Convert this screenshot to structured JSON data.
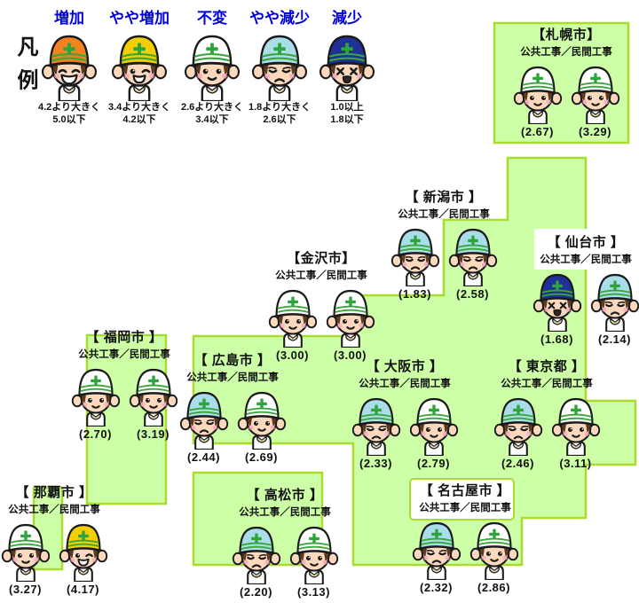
{
  "legend": {
    "heading": "凡例",
    "label_color": "#0000dd",
    "items": [
      {
        "label": "増加",
        "helmet_color": "#f4821f",
        "mood": "happy",
        "range_line1": "4.2より大きく",
        "range_line2": "5.0以下"
      },
      {
        "label": "やや増加",
        "helmet_color": "#f4cf00",
        "mood": "wink",
        "range_line1": "3.4より大きく",
        "range_line2": "4.2以下"
      },
      {
        "label": "不変",
        "helmet_color": "#ffffff",
        "mood": "neutral",
        "range_line1": "2.6より大きく",
        "range_line2": "3.4以下"
      },
      {
        "label": "やや減少",
        "helmet_color": "#a9dde9",
        "mood": "sad",
        "range_line1": "1.8より大きく",
        "range_line2": "2.6以下"
      },
      {
        "label": "減少",
        "helmet_color": "#1f3096",
        "mood": "cry",
        "range_line1": "1.0以上",
        "range_line2": "1.8以下"
      }
    ]
  },
  "map": {
    "fill": "#ccffa6",
    "stroke": "#a9dc2f"
  },
  "cities": [
    {
      "id": "sapporo",
      "name": "【札幌市】",
      "subtitle": "公共工事／民間工事",
      "workers": [
        {
          "helmet_color": "#ffffff",
          "mood": "neutral",
          "value": "(2.67)"
        },
        {
          "helmet_color": "#ffffff",
          "mood": "neutral",
          "value": "(3.29)"
        }
      ]
    },
    {
      "id": "niigata",
      "name": "【 新潟市 】",
      "subtitle": "公共工事／民間工事",
      "workers": [
        {
          "helmet_color": "#a9dde9",
          "mood": "sad",
          "value": "(1.83)"
        },
        {
          "helmet_color": "#a9dde9",
          "mood": "sad",
          "value": "(2.58)"
        }
      ]
    },
    {
      "id": "sendai",
      "name": "【 仙台市 】",
      "subtitle": "公共工事／民間工事",
      "workers": [
        {
          "helmet_color": "#1f3096",
          "mood": "cry",
          "value": "(1.68)"
        },
        {
          "helmet_color": "#a9dde9",
          "mood": "sad",
          "value": "(2.14)"
        }
      ]
    },
    {
      "id": "kanazawa",
      "name": "【金沢市】",
      "subtitle": "公共工事／民間工事",
      "workers": [
        {
          "helmet_color": "#ffffff",
          "mood": "neutral",
          "value": "(3.00)"
        },
        {
          "helmet_color": "#ffffff",
          "mood": "neutral",
          "value": "(3.00)"
        }
      ]
    },
    {
      "id": "fukuoka",
      "name": "【 福岡市 】",
      "subtitle": "公共工事／民間工事",
      "workers": [
        {
          "helmet_color": "#ffffff",
          "mood": "neutral",
          "value": "(2.70)"
        },
        {
          "helmet_color": "#ffffff",
          "mood": "neutral",
          "value": "(3.19)"
        }
      ]
    },
    {
      "id": "hiroshima",
      "name": "【 広島市 】",
      "subtitle": "公共工事／民間工事",
      "workers": [
        {
          "helmet_color": "#a9dde9",
          "mood": "sad",
          "value": "(2.44)"
        },
        {
          "helmet_color": "#ffffff",
          "mood": "neutral",
          "value": "(2.69)"
        }
      ]
    },
    {
      "id": "osaka",
      "name": "【 大阪市 】",
      "subtitle": "公共工事／民間工事",
      "workers": [
        {
          "helmet_color": "#a9dde9",
          "mood": "sad",
          "value": "(2.33)"
        },
        {
          "helmet_color": "#ffffff",
          "mood": "neutral",
          "value": "(2.79)"
        }
      ]
    },
    {
      "id": "tokyo",
      "name": "【 東京都 】",
      "subtitle": "公共工事／民間工事",
      "workers": [
        {
          "helmet_color": "#a9dde9",
          "mood": "sad",
          "value": "(2.46)"
        },
        {
          "helmet_color": "#ffffff",
          "mood": "neutral",
          "value": "(3.11)"
        }
      ]
    },
    {
      "id": "naha",
      "name": "【 那覇市 】",
      "subtitle": "公共工事／民間工事",
      "workers": [
        {
          "helmet_color": "#ffffff",
          "mood": "neutral",
          "value": "(3.27)"
        },
        {
          "helmet_color": "#f4cf00",
          "mood": "wink",
          "value": "(4.17)"
        }
      ]
    },
    {
      "id": "takamatsu",
      "name": "【 高松市 】",
      "subtitle": "公共工事／民間工事",
      "workers": [
        {
          "helmet_color": "#a9dde9",
          "mood": "sad",
          "value": "(2.20)"
        },
        {
          "helmet_color": "#ffffff",
          "mood": "neutral",
          "value": "(3.13)"
        }
      ]
    },
    {
      "id": "nagoya",
      "name": "【 名古屋市 】",
      "subtitle": "公共工事／民間工事",
      "workers": [
        {
          "helmet_color": "#a9dde9",
          "mood": "sad",
          "value": "(2.32)"
        },
        {
          "helmet_color": "#ffffff",
          "mood": "neutral",
          "value": "(2.86)"
        }
      ]
    }
  ]
}
